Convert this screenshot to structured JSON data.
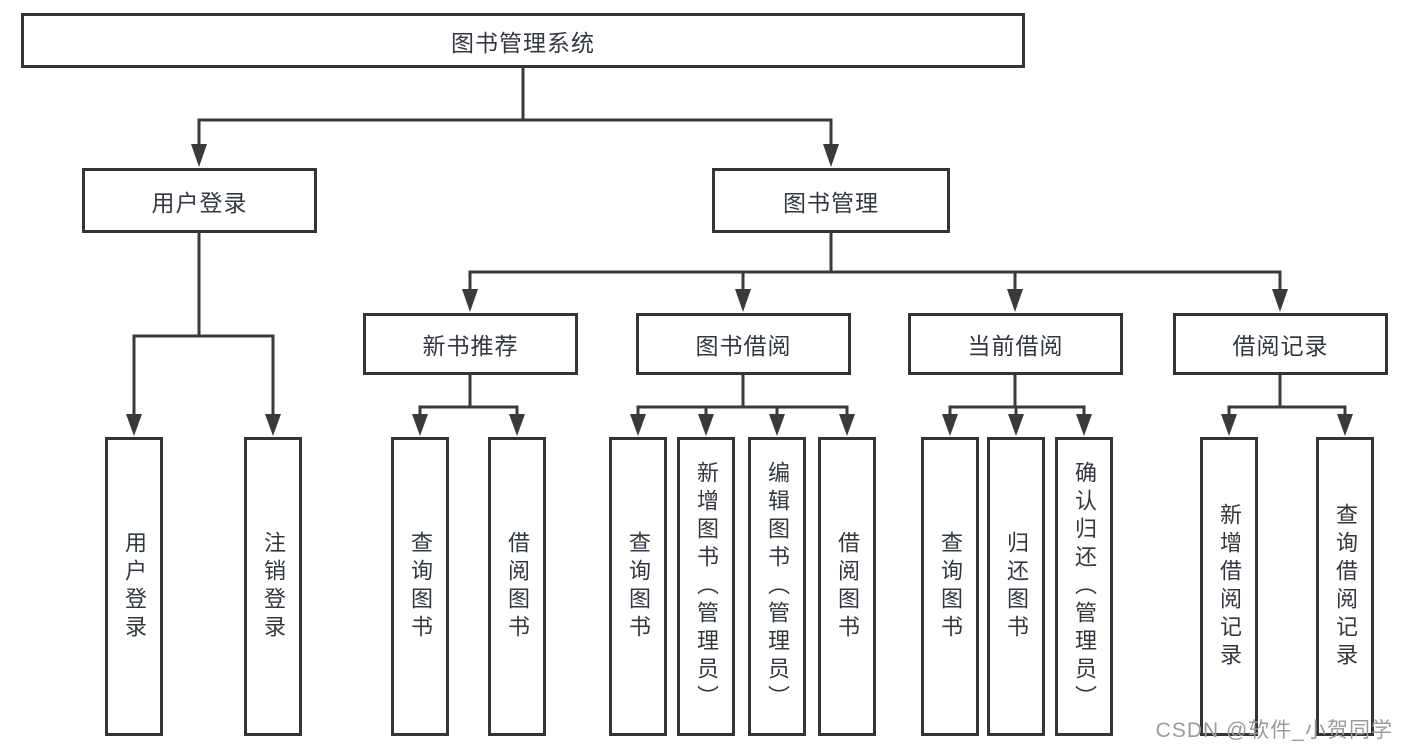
{
  "diagram": {
    "watermark": "CSDN @软件_小贺同学",
    "colors": {
      "line": "#3a3a3a",
      "box_border": "#343434",
      "box_fill": "#ffffff",
      "text": "#333740",
      "watermark_text": "#9b9b9b",
      "background": "#ffffff"
    },
    "tree": {
      "label": "图书管理系统",
      "children": [
        {
          "label": "用户登录",
          "children": [
            {
              "label": "用户登录"
            },
            {
              "label": "注销登录"
            }
          ]
        },
        {
          "label": "图书管理",
          "children": [
            {
              "label": "新书推荐",
              "children": [
                {
                  "label": "查询图书"
                },
                {
                  "label": "借阅图书"
                }
              ]
            },
            {
              "label": "图书借阅",
              "children": [
                {
                  "label": "查询图书"
                },
                {
                  "label": "新增图书（管理员）"
                },
                {
                  "label": "编辑图书（管理员）"
                },
                {
                  "label": "借阅图书"
                }
              ]
            },
            {
              "label": "当前借阅",
              "children": [
                {
                  "label": "查询图书"
                },
                {
                  "label": "归还图书"
                },
                {
                  "label": "确认归还（管理员）"
                }
              ]
            },
            {
              "label": "借阅记录",
              "children": [
                {
                  "label": "新增借阅记录"
                },
                {
                  "label": "查询借阅记录"
                }
              ]
            }
          ]
        }
      ]
    }
  }
}
